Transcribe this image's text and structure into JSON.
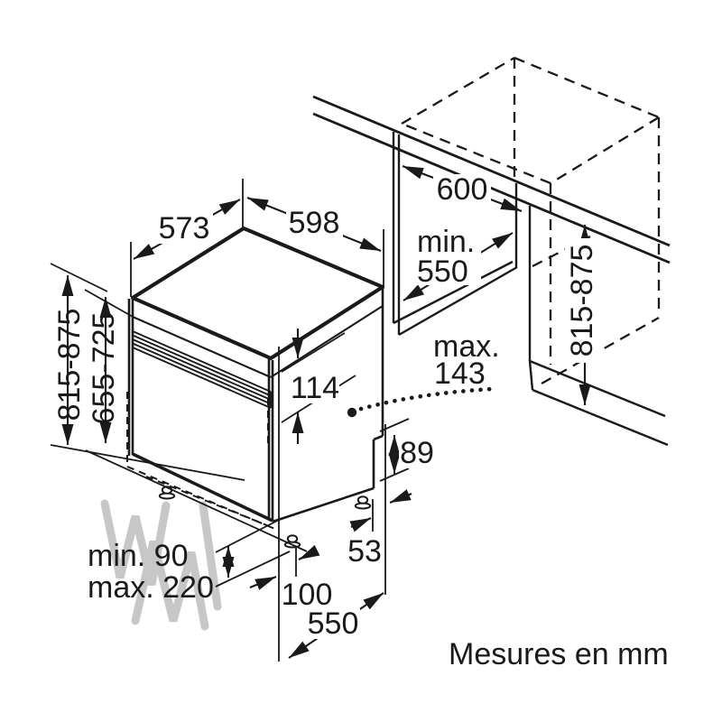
{
  "diagram": {
    "caption": "Mesures en mm",
    "labels": {
      "top_depth": "573",
      "top_width": "598",
      "niche_width": "600",
      "niche_min_depth_word": "min.",
      "niche_min_depth_value": "550",
      "appliance_height": "815-875",
      "door_panel_height": "655-725",
      "fascia_height": "114",
      "door_protrusion_word": "max.",
      "door_protrusion_value": "143",
      "niche_height": "815-875",
      "base_step_height": "89",
      "plinth_recess_min": "min. 90",
      "plinth_recess_max": "max. 220",
      "front_foot_inset": "100",
      "rear_foot_inset": "53",
      "feet_span": "550"
    }
  }
}
